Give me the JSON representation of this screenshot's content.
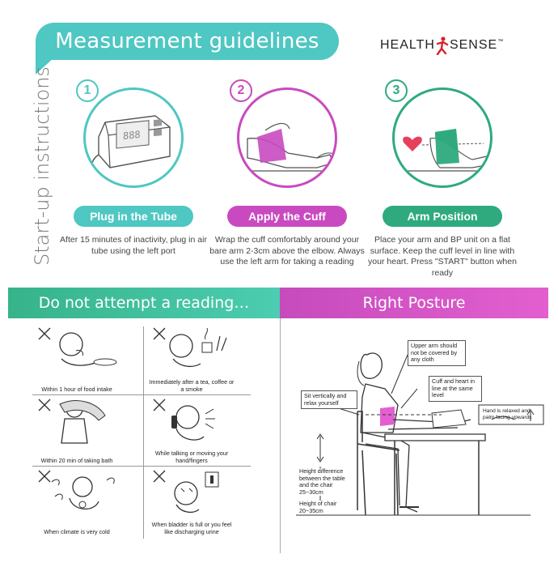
{
  "header": {
    "title": "Measurement guidelines",
    "brand_left": "HEALTH",
    "brand_right": "SENSE",
    "brand_tm": "™"
  },
  "side_label": "Start-up instructions",
  "steps": [
    {
      "number": "1",
      "label": "Plug in the Tube",
      "color": "#4fc7c2",
      "description": "After 15 minutes of inactivity, plug in air tube using the left port"
    },
    {
      "number": "2",
      "label": "Apply the Cuff",
      "color": "#c94ac0",
      "description": "Wrap the cuff comfortably around your bare arm 2-3cm above the elbow. Always use the left arm for taking a reading"
    },
    {
      "number": "3",
      "label": "Arm Position",
      "color": "#2eaa7e",
      "description": "Place your arm and BP unit on a flat surface. Keep the cuff level in line with your heart. Press \"START\" button when ready"
    }
  ],
  "donot": {
    "title": "Do not attempt a reading…",
    "items": [
      "Within 1 hour of food intake",
      "Immediately after a tea, coffee or a smoke",
      "Within 20 min of taking bath",
      "While talking or moving your hand/fingers",
      "When climate is very cold",
      "When bladder is full or you feel like discharging urine"
    ]
  },
  "posture": {
    "title": "Right Posture",
    "notes": {
      "upper_arm": "Upper arm should not be covered by any cloth",
      "sit": "Sit vertically and relax yourself",
      "cuff_heart": "Cuff and heart in line at the same level",
      "hand": "Hand is relaxed and palm facing upwards",
      "height_diff": "Height difference between the table and the chair 25~30cm",
      "chair_height": "Height of chair 20~35cm"
    }
  }
}
